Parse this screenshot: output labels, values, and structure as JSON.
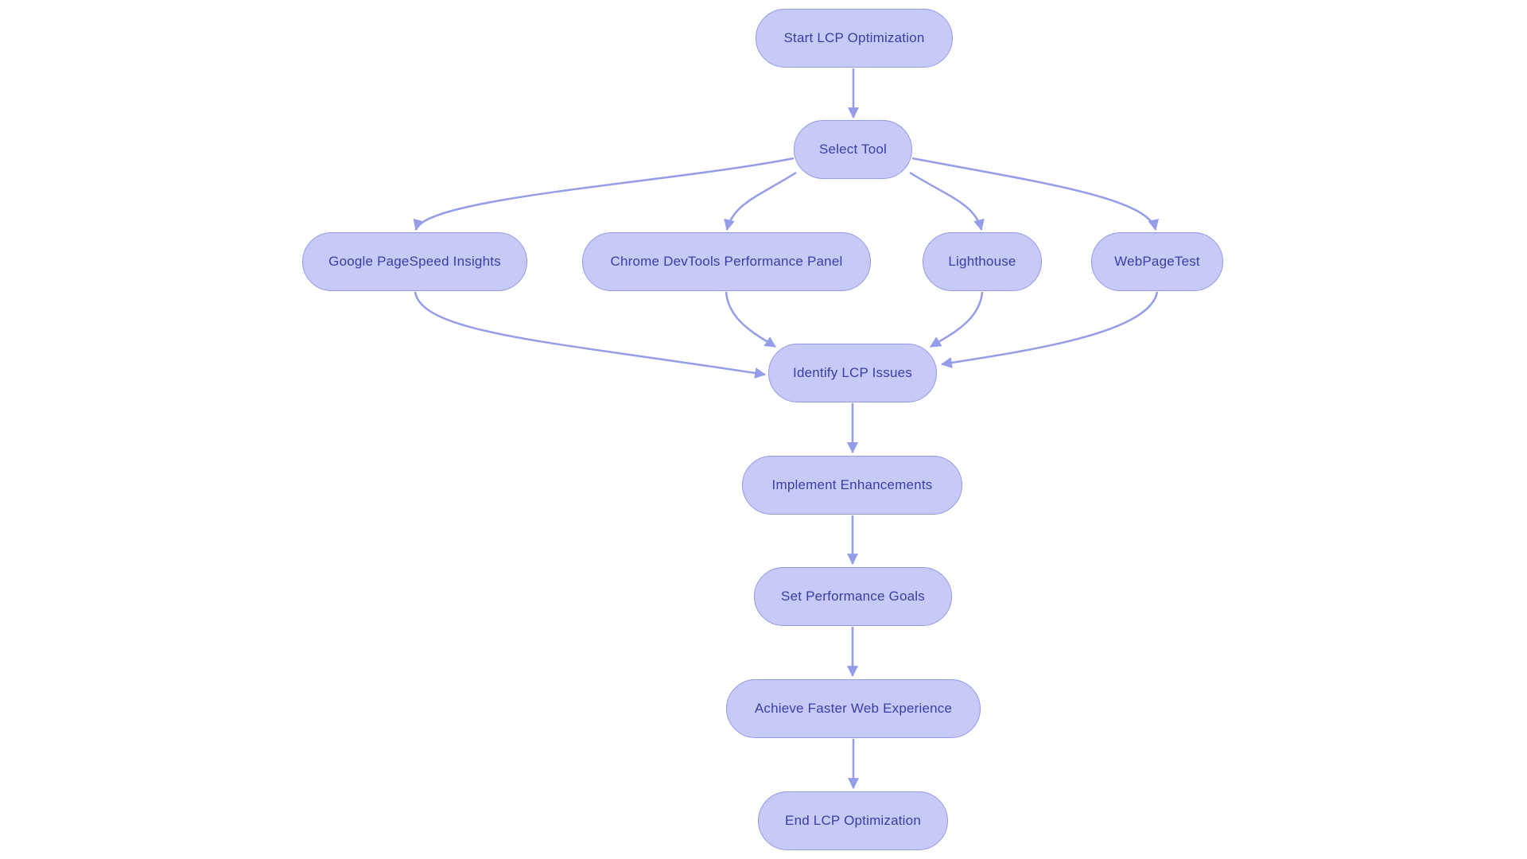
{
  "diagram": {
    "type": "flowchart",
    "nodes": [
      {
        "id": "start",
        "label": "Start LCP Optimization"
      },
      {
        "id": "select-tool",
        "label": "Select Tool"
      },
      {
        "id": "google-pagespeed-insights",
        "label": "Google PageSpeed Insights"
      },
      {
        "id": "chrome-devtools-performance",
        "label": "Chrome DevTools Performance Panel"
      },
      {
        "id": "lighthouse",
        "label": "Lighthouse"
      },
      {
        "id": "webpagetest",
        "label": "WebPageTest"
      },
      {
        "id": "identify-lcp-issues",
        "label": "Identify LCP Issues"
      },
      {
        "id": "implement-enhancements",
        "label": "Implement Enhancements"
      },
      {
        "id": "set-performance-goals",
        "label": "Set Performance Goals"
      },
      {
        "id": "achieve-faster-web-experience",
        "label": "Achieve Faster Web Experience"
      },
      {
        "id": "end",
        "label": "End LCP Optimization"
      }
    ],
    "edges": [
      {
        "from": "start",
        "to": "select-tool"
      },
      {
        "from": "select-tool",
        "to": "google-pagespeed-insights"
      },
      {
        "from": "select-tool",
        "to": "chrome-devtools-performance"
      },
      {
        "from": "select-tool",
        "to": "lighthouse"
      },
      {
        "from": "select-tool",
        "to": "webpagetest"
      },
      {
        "from": "google-pagespeed-insights",
        "to": "identify-lcp-issues"
      },
      {
        "from": "chrome-devtools-performance",
        "to": "identify-lcp-issues"
      },
      {
        "from": "lighthouse",
        "to": "identify-lcp-issues"
      },
      {
        "from": "webpagetest",
        "to": "identify-lcp-issues"
      },
      {
        "from": "identify-lcp-issues",
        "to": "implement-enhancements"
      },
      {
        "from": "implement-enhancements",
        "to": "set-performance-goals"
      },
      {
        "from": "set-performance-goals",
        "to": "achieve-faster-web-experience"
      },
      {
        "from": "achieve-faster-web-experience",
        "to": "end"
      }
    ],
    "colors": {
      "background": "#ffffff",
      "node_fill": "#c7c9f6",
      "node_border": "#939ae6",
      "node_text": "#3a3ea6",
      "edge": "#959ce8"
    }
  }
}
